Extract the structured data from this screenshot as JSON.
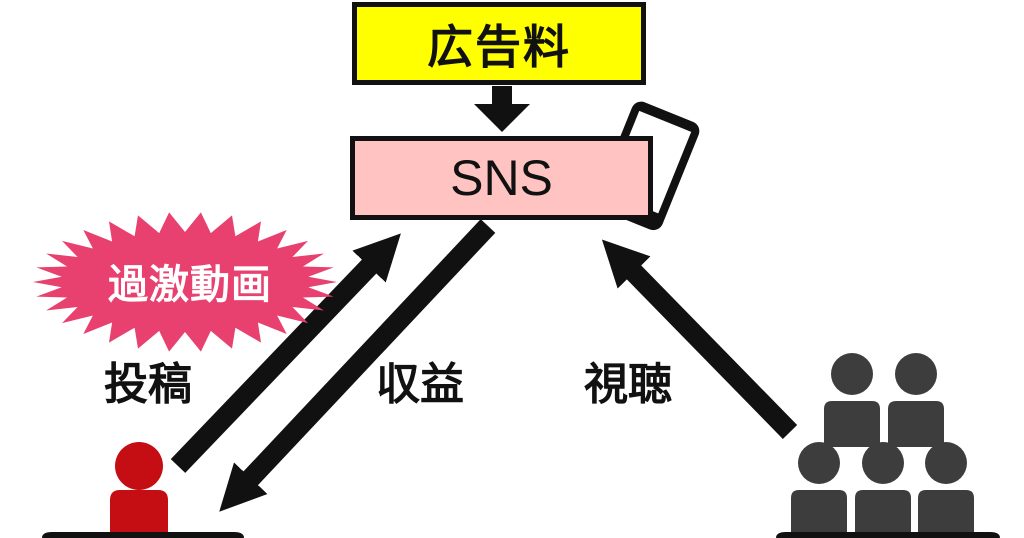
{
  "diagram": {
    "ad_fee_label": "広告料",
    "sns_label": "SNS",
    "extreme_video_label": "過激動画",
    "post_label": "投稿",
    "revenue_label": "収益",
    "view_label": "視聴",
    "colors": {
      "ad_fee_fill": "#ffff00",
      "sns_fill": "#ffc4c2",
      "burst_fill": "#e8406f",
      "creator_red": "#c40e14",
      "audience_gray": "#3d3d3d",
      "outline": "#111111"
    },
    "icons": [
      "smartphone-icon",
      "creator-person-icon",
      "audience-group-icon"
    ]
  }
}
